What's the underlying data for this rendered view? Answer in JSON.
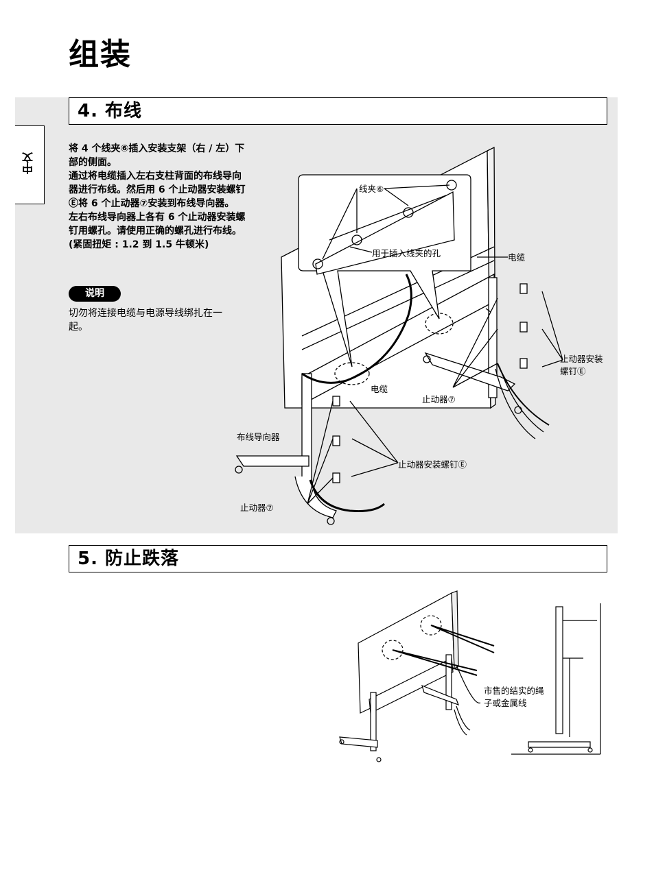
{
  "page": {
    "title": "组装",
    "side_tab": "中文"
  },
  "section4": {
    "heading": "4. 布线",
    "instructions": [
      "将 4 个线夹⑥插入安装支架（右 / 左）下部的侧面。",
      "通过将电缆插入左右支柱背面的布线导向器进行布线。然后用 6 个止动器安装螺钉Ⓔ将 6 个止动器⑦安装到布线导向器。",
      "左右布线导向器上各有 6 个止动器安装螺钉用螺孔。请使用正确的螺孔进行布线。",
      "(紧固扭矩 : 1.2 到 1.5 牛顿米)"
    ],
    "note_label": "说明",
    "note_text": "切勿将连接电缆与电源导线绑扎在一起。",
    "figure_labels": {
      "clamp": "线夹⑥",
      "clamp_hole": "用于插入线夹的孔",
      "cable_right": "电缆",
      "cable_center": "电缆",
      "stopper_screw_right_1": "止动器安装",
      "stopper_screw_right_2": "螺钉Ⓔ",
      "stopper_center": "止动器⑦",
      "wiring_guide": "布线导向器",
      "stopper_screw_left": "止动器安装螺钉Ⓔ",
      "stopper_left": "止动器⑦"
    }
  },
  "section5": {
    "heading": "5. 防止跌落",
    "figure_labels": {
      "rope_1": "市售的结实的绳",
      "rope_2": "子或金属线"
    }
  }
}
